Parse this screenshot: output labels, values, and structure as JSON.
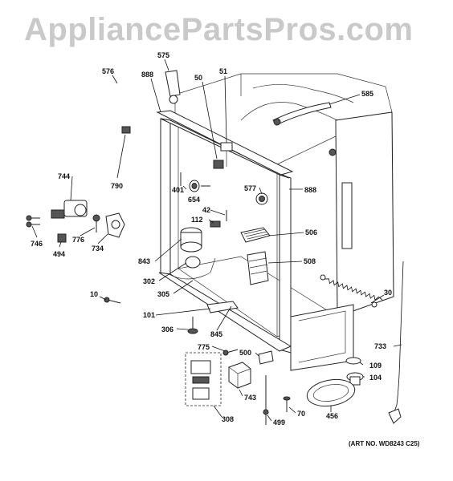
{
  "watermark": "AppliancePartsPros.com",
  "art_number": "(ART NO. WD8243 C25)",
  "labels": {
    "l576": "576",
    "l575": "575",
    "l888a": "888",
    "l50": "50",
    "l51": "51",
    "l585": "585",
    "l744": "744",
    "l790": "790",
    "l401": "401",
    "l654": "654",
    "l577": "577",
    "l888b": "888",
    "l746": "746",
    "l494": "494",
    "l776": "776",
    "l734": "734",
    "l42": "42",
    "l112": "112",
    "l506": "506",
    "l843": "843",
    "l508": "508",
    "l302": "302",
    "l305": "305",
    "l30": "30",
    "l10": "10",
    "l101": "101",
    "l306": "306",
    "l845": "845",
    "l733": "733",
    "l775": "775",
    "l500": "500",
    "l109": "109",
    "l104": "104",
    "l743": "743",
    "l456": "456",
    "l70": "70",
    "l308": "308",
    "l499": "499"
  }
}
